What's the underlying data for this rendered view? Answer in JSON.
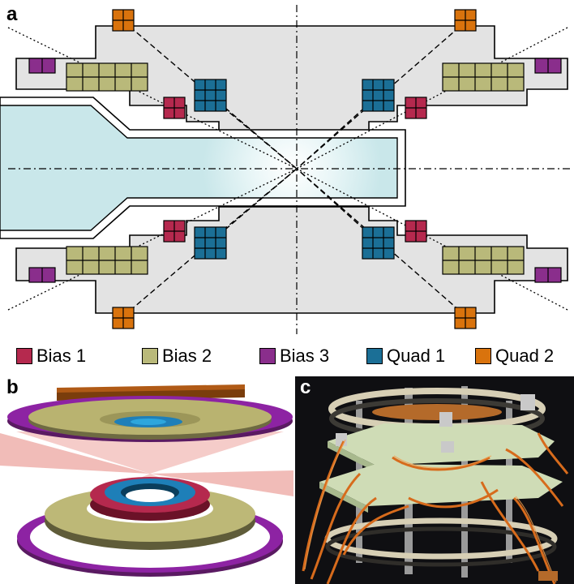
{
  "panels": {
    "a": "a",
    "b": "b",
    "c": "c"
  },
  "legend": [
    {
      "label": "Bias 1",
      "color": "#b5294e"
    },
    {
      "label": "Bias 2",
      "color": "#b9b97a"
    },
    {
      "label": "Bias 3",
      "color": "#8a2e8c"
    },
    {
      "label": "Quad 1",
      "color": "#1b6f96"
    },
    {
      "label": "Quad 2",
      "color": "#d9730d"
    }
  ],
  "colors": {
    "housing": "#e3e3e3",
    "lens": "#c9e7ea",
    "background_c": "#0f0f12"
  }
}
